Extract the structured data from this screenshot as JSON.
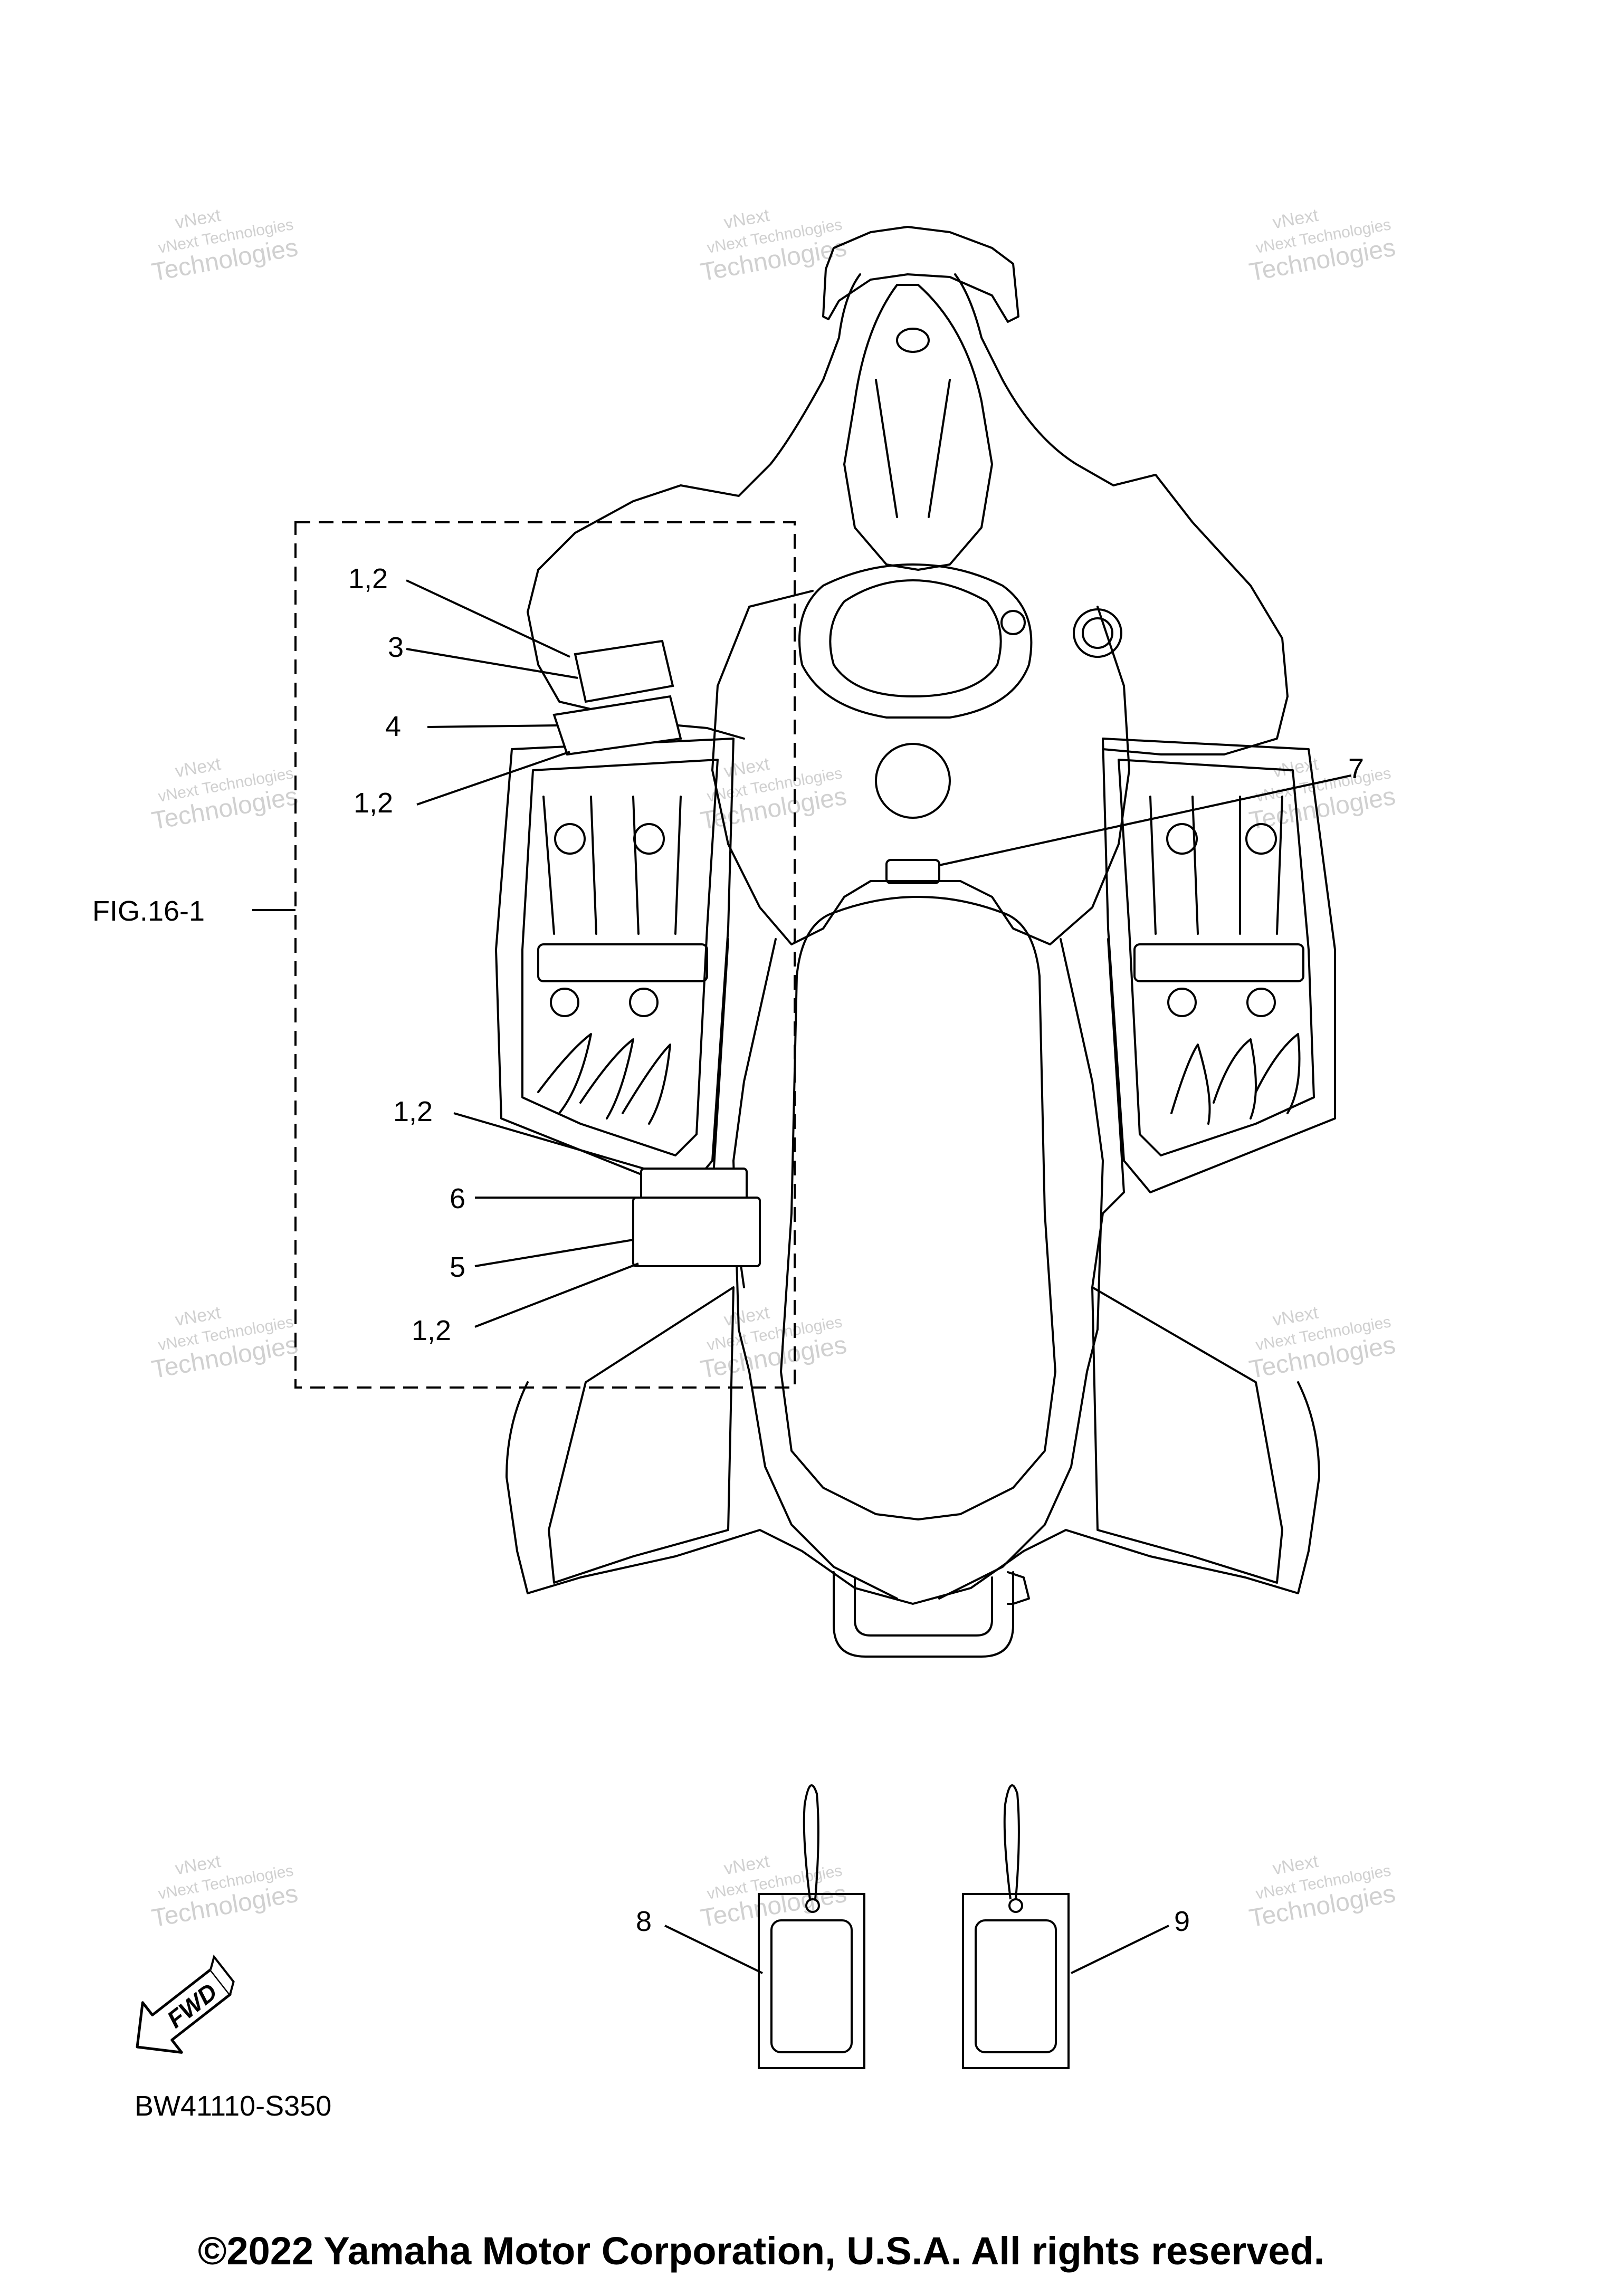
{
  "callouts": {
    "c_1_2_a": "1,2",
    "c_3": "3",
    "c_4": "4",
    "c_1_2_b": "1,2",
    "c_7": "7",
    "c_1_2_c": "1,2",
    "c_6": "6",
    "c_5": "5",
    "c_1_2_d": "1,2",
    "c_8": "8",
    "c_9": "9"
  },
  "fig_ref": "FIG.16-1",
  "fwd_label": "FWD",
  "part_code": "BW41110-S350",
  "copyright": "©2022 Yamaha Motor Corporation, U.S.A. All rights reserved.",
  "watermark": {
    "line1": "vNext Technologies",
    "line2": "Technologies",
    "line3": "vNext"
  }
}
